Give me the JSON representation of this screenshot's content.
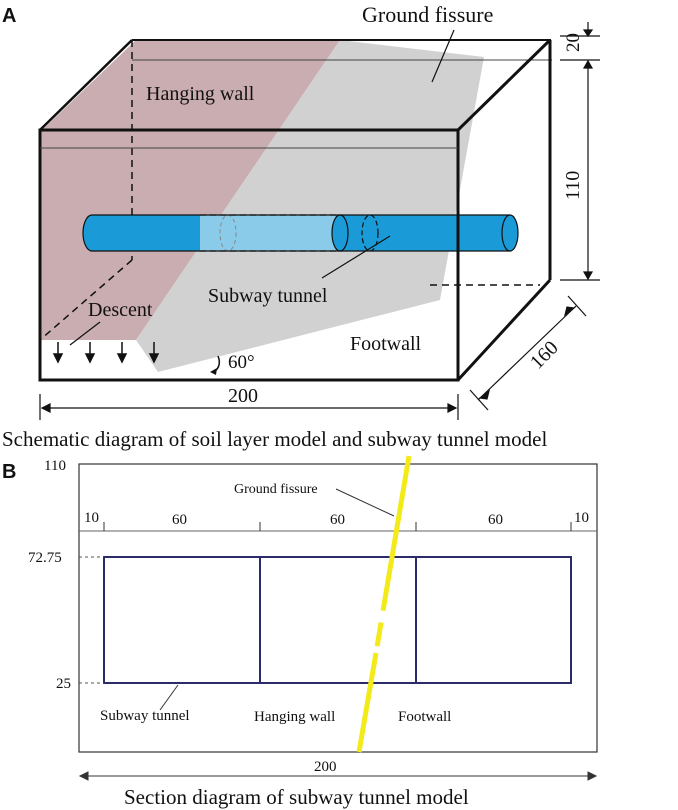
{
  "panel_a": {
    "letter": "A",
    "ground_fissure": "Ground fissure",
    "hanging_wall": "Hanging wall",
    "subway_tunnel": "Subway tunnel",
    "descent": "Descent",
    "footwall": "Footwall",
    "angle": "60°",
    "dim_20": "20",
    "dim_110": "110",
    "dim_160": "160",
    "dim_200": "200",
    "caption": "Schematic diagram of soil layer model and subway tunnel model"
  },
  "panel_b": {
    "letter": "B",
    "y_top": "110",
    "y_tunnel_top": "72.75",
    "y_tunnel_bottom": "25",
    "ground_fissure": "Ground fissure",
    "seg_10_left": "10",
    "seg_60_a": "60",
    "seg_60_b": "60",
    "seg_60_c": "60",
    "seg_10_right": "10",
    "subway_tunnel": "Subway tunnel",
    "hanging_wall": "Hanging wall",
    "footwall": "Footwall",
    "dim_200": "200",
    "caption": "Section diagram of subway tunnel model"
  },
  "colors": {
    "hanging_wall": "#b58e92",
    "fissure_plane": "#c9c9c9",
    "tunnel": "#1a9ad6",
    "tunnel_light": "#9fd3ec",
    "fissure_line": "#f2ea19",
    "section_box": "#2b2a6b"
  }
}
